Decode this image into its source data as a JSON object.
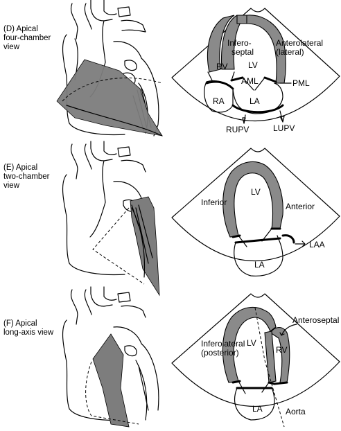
{
  "panels": {
    "d": {
      "title": [
        "(D) Apical",
        "four-chamber",
        "view"
      ],
      "labels": {
        "rv": "RV",
        "infero": "Infero-",
        "septal": "septal",
        "lv": "LV",
        "antero": "Anterolateral",
        "lateral": "(lateral)",
        "aml": "AML",
        "pml": "PML",
        "ra": "RA",
        "la": "LA",
        "rupv": "RUPV",
        "lupv": "LUPV"
      }
    },
    "e": {
      "title": [
        "(E) Apical",
        "two-chamber",
        "view"
      ],
      "labels": {
        "lv": "LV",
        "inferior": "Inferior",
        "anterior": "Anterior",
        "laa": "LAA",
        "la": "LA"
      }
    },
    "f": {
      "title": [
        "(F) Apical",
        "long-axis view"
      ],
      "labels": {
        "anteroseptal": "Anteroseptal",
        "inferolateral": "Inferolateral",
        "posterior": "(posterior)",
        "lv": "LV",
        "rv": "RV",
        "la": "LA",
        "aorta": "Aorta"
      }
    }
  },
  "colors": {
    "wall": "#8a8a8a",
    "plane": "#7d7d7d",
    "line": "#000000",
    "background": "#ffffff"
  }
}
